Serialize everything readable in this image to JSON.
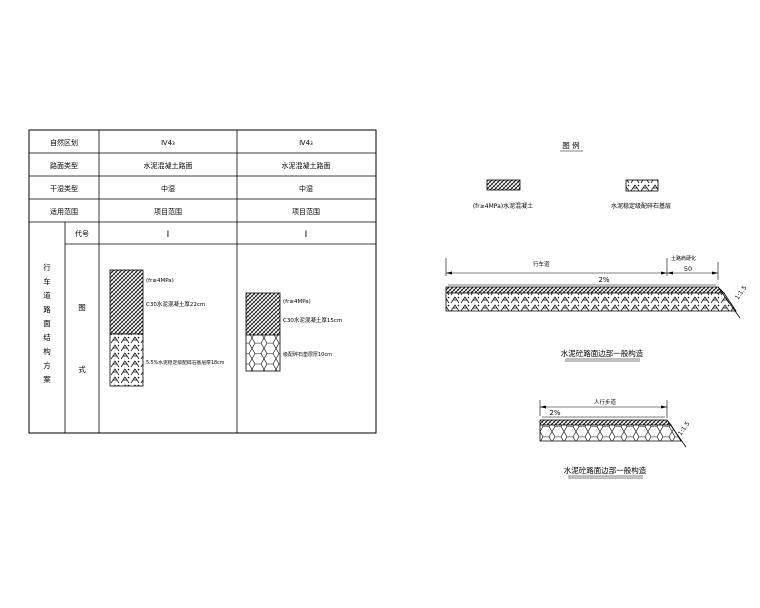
{
  "table": {
    "rows": [
      {
        "label": "自然区划",
        "col1": "Ⅳ4₃",
        "col2": "Ⅳ4₃"
      },
      {
        "label": "路面类型",
        "col1": "水泥混凝土路面",
        "col2": "水泥混凝土路面"
      },
      {
        "label": "干湿类型",
        "col1": "中湿",
        "col2": "中湿"
      },
      {
        "label": "适用范围",
        "col1": "项目范围",
        "col2": "项目范围"
      }
    ],
    "side_title": [
      "行",
      "车",
      "道",
      "路",
      "面",
      "结",
      "构",
      "方",
      "案"
    ],
    "code_label": "代号",
    "code_col1": "I",
    "code_col2": "I",
    "figure_label": [
      "图",
      "式"
    ],
    "col1_layers": {
      "strength": "(fr≥4MPa)",
      "top": "C30水泥混凝土厚22cm",
      "bottom": "5.5%水泥稳定级配碎石基层厚18cm"
    },
    "col2_layers": {
      "strength": "(fr≥4MPa)",
      "top": "C30水泥混凝土厚15cm",
      "bottom": "级配碎石垫层厚10cm"
    }
  },
  "legend": {
    "title": "图   例",
    "item1": "(fr≥4MPa)水泥混凝土",
    "item2": "水泥稳定级配碎石基层"
  },
  "section1": {
    "lane_label": "行车道",
    "shoulder_label": "土路肩硬化",
    "shoulder_width": "50",
    "slope_pct": "2%",
    "side_slope": "1:1.5",
    "caption": "水泥砼路面边部一般构造"
  },
  "section2": {
    "walk_label": "人行步道",
    "slope_pct": "2%",
    "side_slope": "1:1.5",
    "caption": "水泥砼路面边部一般构造"
  }
}
